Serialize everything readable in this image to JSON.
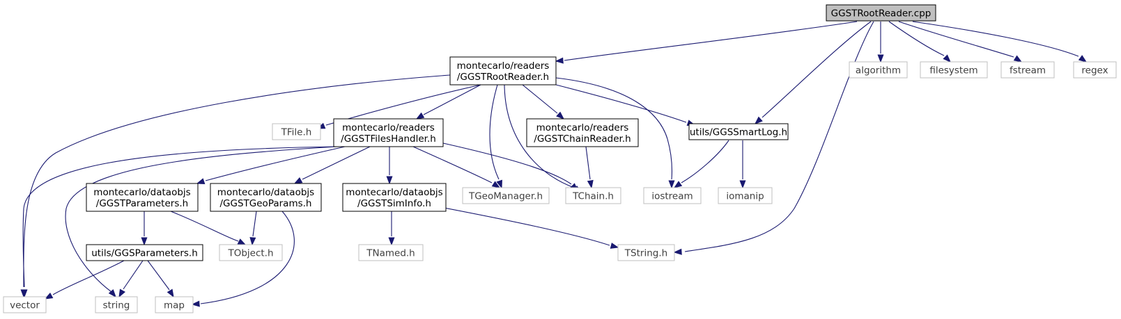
{
  "diagram": {
    "type": "include-dependency-graph",
    "colors": {
      "edge": "#191970",
      "root_fill": "#bfbfbf",
      "doc_border": "#000000",
      "ext_border": "#bfbfbf",
      "ext_text": "#404040"
    },
    "nodes": [
      {
        "id": "root",
        "kind": "root",
        "lines": [
          "GGSTRootReader.cpp"
        ]
      },
      {
        "id": "rootreader_h",
        "kind": "doc",
        "lines": [
          "montecarlo/readers",
          "/GGSTRootReader.h"
        ]
      },
      {
        "id": "algorithm",
        "kind": "ext",
        "lines": [
          "algorithm"
        ]
      },
      {
        "id": "filesystem",
        "kind": "ext",
        "lines": [
          "filesystem"
        ]
      },
      {
        "id": "fstream",
        "kind": "ext",
        "lines": [
          "fstream"
        ]
      },
      {
        "id": "regex",
        "kind": "ext",
        "lines": [
          "regex"
        ]
      },
      {
        "id": "tfile",
        "kind": "ext",
        "lines": [
          "TFile.h"
        ]
      },
      {
        "id": "fileshandler",
        "kind": "doc",
        "lines": [
          "montecarlo/readers",
          "/GGSTFilesHandler.h"
        ]
      },
      {
        "id": "chainreader",
        "kind": "doc",
        "lines": [
          "montecarlo/readers",
          "/GGSTChainReader.h"
        ]
      },
      {
        "id": "smartlog",
        "kind": "doc",
        "lines": [
          "utils/GGSSmartLog.h"
        ]
      },
      {
        "id": "parameters",
        "kind": "doc",
        "lines": [
          "montecarlo/dataobjs",
          "/GGSTParameters.h"
        ]
      },
      {
        "id": "geoparams",
        "kind": "doc",
        "lines": [
          "montecarlo/dataobjs",
          "/GGSTGeoParams.h"
        ]
      },
      {
        "id": "siminfo",
        "kind": "doc",
        "lines": [
          "montecarlo/dataobjs",
          "/GGSTSimInfo.h"
        ]
      },
      {
        "id": "tgeomanager",
        "kind": "ext",
        "lines": [
          "TGeoManager.h"
        ]
      },
      {
        "id": "tchain",
        "kind": "ext",
        "lines": [
          "TChain.h"
        ]
      },
      {
        "id": "iostream",
        "kind": "ext",
        "lines": [
          "iostream"
        ]
      },
      {
        "id": "iomanip",
        "kind": "ext",
        "lines": [
          "iomanip"
        ]
      },
      {
        "id": "ggsparameters",
        "kind": "doc",
        "lines": [
          "utils/GGSParameters.h"
        ]
      },
      {
        "id": "tobject",
        "kind": "ext",
        "lines": [
          "TObject.h"
        ]
      },
      {
        "id": "tnamed",
        "kind": "ext",
        "lines": [
          "TNamed.h"
        ]
      },
      {
        "id": "tstring",
        "kind": "ext",
        "lines": [
          "TString.h"
        ]
      },
      {
        "id": "vector",
        "kind": "ext",
        "lines": [
          "vector"
        ]
      },
      {
        "id": "string",
        "kind": "ext",
        "lines": [
          "string"
        ]
      },
      {
        "id": "map",
        "kind": "ext",
        "lines": [
          "map"
        ]
      }
    ],
    "edges": [
      {
        "from": "root",
        "to": "rootreader_h"
      },
      {
        "from": "root",
        "to": "algorithm"
      },
      {
        "from": "root",
        "to": "filesystem"
      },
      {
        "from": "root",
        "to": "fstream"
      },
      {
        "from": "root",
        "to": "regex"
      },
      {
        "from": "root",
        "to": "smartlog"
      },
      {
        "from": "root",
        "to": "tstring"
      },
      {
        "from": "rootreader_h",
        "to": "tfile"
      },
      {
        "from": "rootreader_h",
        "to": "fileshandler"
      },
      {
        "from": "rootreader_h",
        "to": "chainreader"
      },
      {
        "from": "rootreader_h",
        "to": "smartlog"
      },
      {
        "from": "rootreader_h",
        "to": "vector"
      },
      {
        "from": "rootreader_h",
        "to": "tgeomanager"
      },
      {
        "from": "rootreader_h",
        "to": "tchain"
      },
      {
        "from": "rootreader_h",
        "to": "iostream"
      },
      {
        "from": "fileshandler",
        "to": "parameters"
      },
      {
        "from": "fileshandler",
        "to": "geoparams"
      },
      {
        "from": "fileshandler",
        "to": "siminfo"
      },
      {
        "from": "fileshandler",
        "to": "tgeomanager"
      },
      {
        "from": "fileshandler",
        "to": "tchain"
      },
      {
        "from": "fileshandler",
        "to": "vector"
      },
      {
        "from": "fileshandler",
        "to": "string"
      },
      {
        "from": "chainreader",
        "to": "tchain"
      },
      {
        "from": "smartlog",
        "to": "iostream"
      },
      {
        "from": "smartlog",
        "to": "iomanip"
      },
      {
        "from": "parameters",
        "to": "ggsparameters"
      },
      {
        "from": "parameters",
        "to": "tobject"
      },
      {
        "from": "geoparams",
        "to": "tobject"
      },
      {
        "from": "geoparams",
        "to": "map"
      },
      {
        "from": "siminfo",
        "to": "tnamed"
      },
      {
        "from": "siminfo",
        "to": "tstring"
      },
      {
        "from": "ggsparameters",
        "to": "vector"
      },
      {
        "from": "ggsparameters",
        "to": "string"
      },
      {
        "from": "ggsparameters",
        "to": "map"
      }
    ]
  }
}
